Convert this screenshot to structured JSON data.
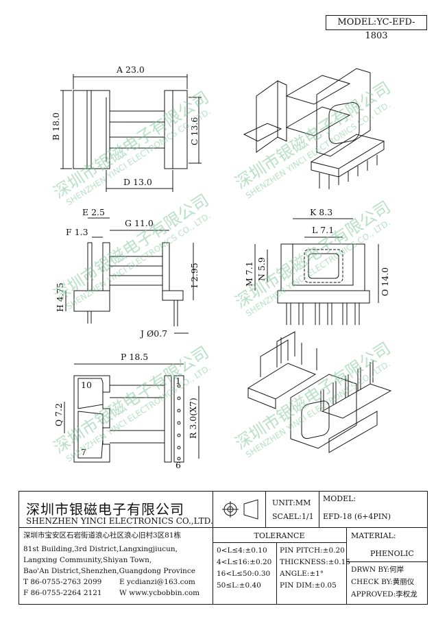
{
  "header": {
    "model_label": "MODEL:YC-EFD-1803"
  },
  "dimensions": {
    "a": "A 23.0",
    "b": "B 18.0",
    "c": "C 13.6",
    "d": "D 13.0",
    "e": "E 2.5",
    "f": "F 1.3",
    "g": "G 11.0",
    "h": "H 4.75",
    "i": "I 2.95",
    "j": "J Ø0.7",
    "k": "K 8.3",
    "l": "L 7.1",
    "m": "M 7.1",
    "n": "N 5.9",
    "o": "O 14.0",
    "p": "P 18.5",
    "q": "Q 7.2",
    "r": "R 3.0(X7)",
    "pin_10": "10",
    "pin_7": "7",
    "pin_1": "1",
    "pin_6": "6"
  },
  "watermark": {
    "cn": "深圳市银磁电子有限公司",
    "en": "SHENZHEN YINCI ELECTRONICS CO., LTD."
  },
  "title_block": {
    "company_cn": "深圳市银磁电子有限公司",
    "company_en": "SHENZHEN YINCI ELECTRONICS CO.,LTD.",
    "unit": "UNIT:MM",
    "scale": "SCAEL:1/1",
    "model_label": "MODEL:",
    "model_value": "EFD-18 (6+4PIN)",
    "address_cn": "深圳市宝安区石岩街道浪心社区浪心旧村3区81栋",
    "address_en_1": "81st Building,3rd District,Langxingjiucun,",
    "address_en_2": "Langxing Community,Shiyan Town,",
    "address_en_3": "Bao'An District,Shenzhen,Guangdong Province",
    "tel": "T 86-0755-2763 2099",
    "email": "E ycdianzi@163.com",
    "fax": "F 86-0755-2264 2121",
    "web": "W www.ycbobbin.com",
    "tolerance_title": "TOLERANCE",
    "tol_1": "0<L≤4:±0.10",
    "tol_2": "4<L≤16:±0.20",
    "tol_3": "16<L≤50:0.30",
    "tol_4": "50≤L:±0.40",
    "pin_pitch": "PIN PITCH:±0.20",
    "thickness": "THICKNESS:±0.15",
    "angle": "ANGLE:±1°",
    "pin_dim": "PIN DIM:±0.05",
    "material_label": "MATERIAL:",
    "material_value": "PHENOLIC",
    "drawn_by": "DRWN BY:何岸",
    "check_by": "CHECK BY:黄丽仪",
    "approved": "APPROVED:李权龙"
  }
}
